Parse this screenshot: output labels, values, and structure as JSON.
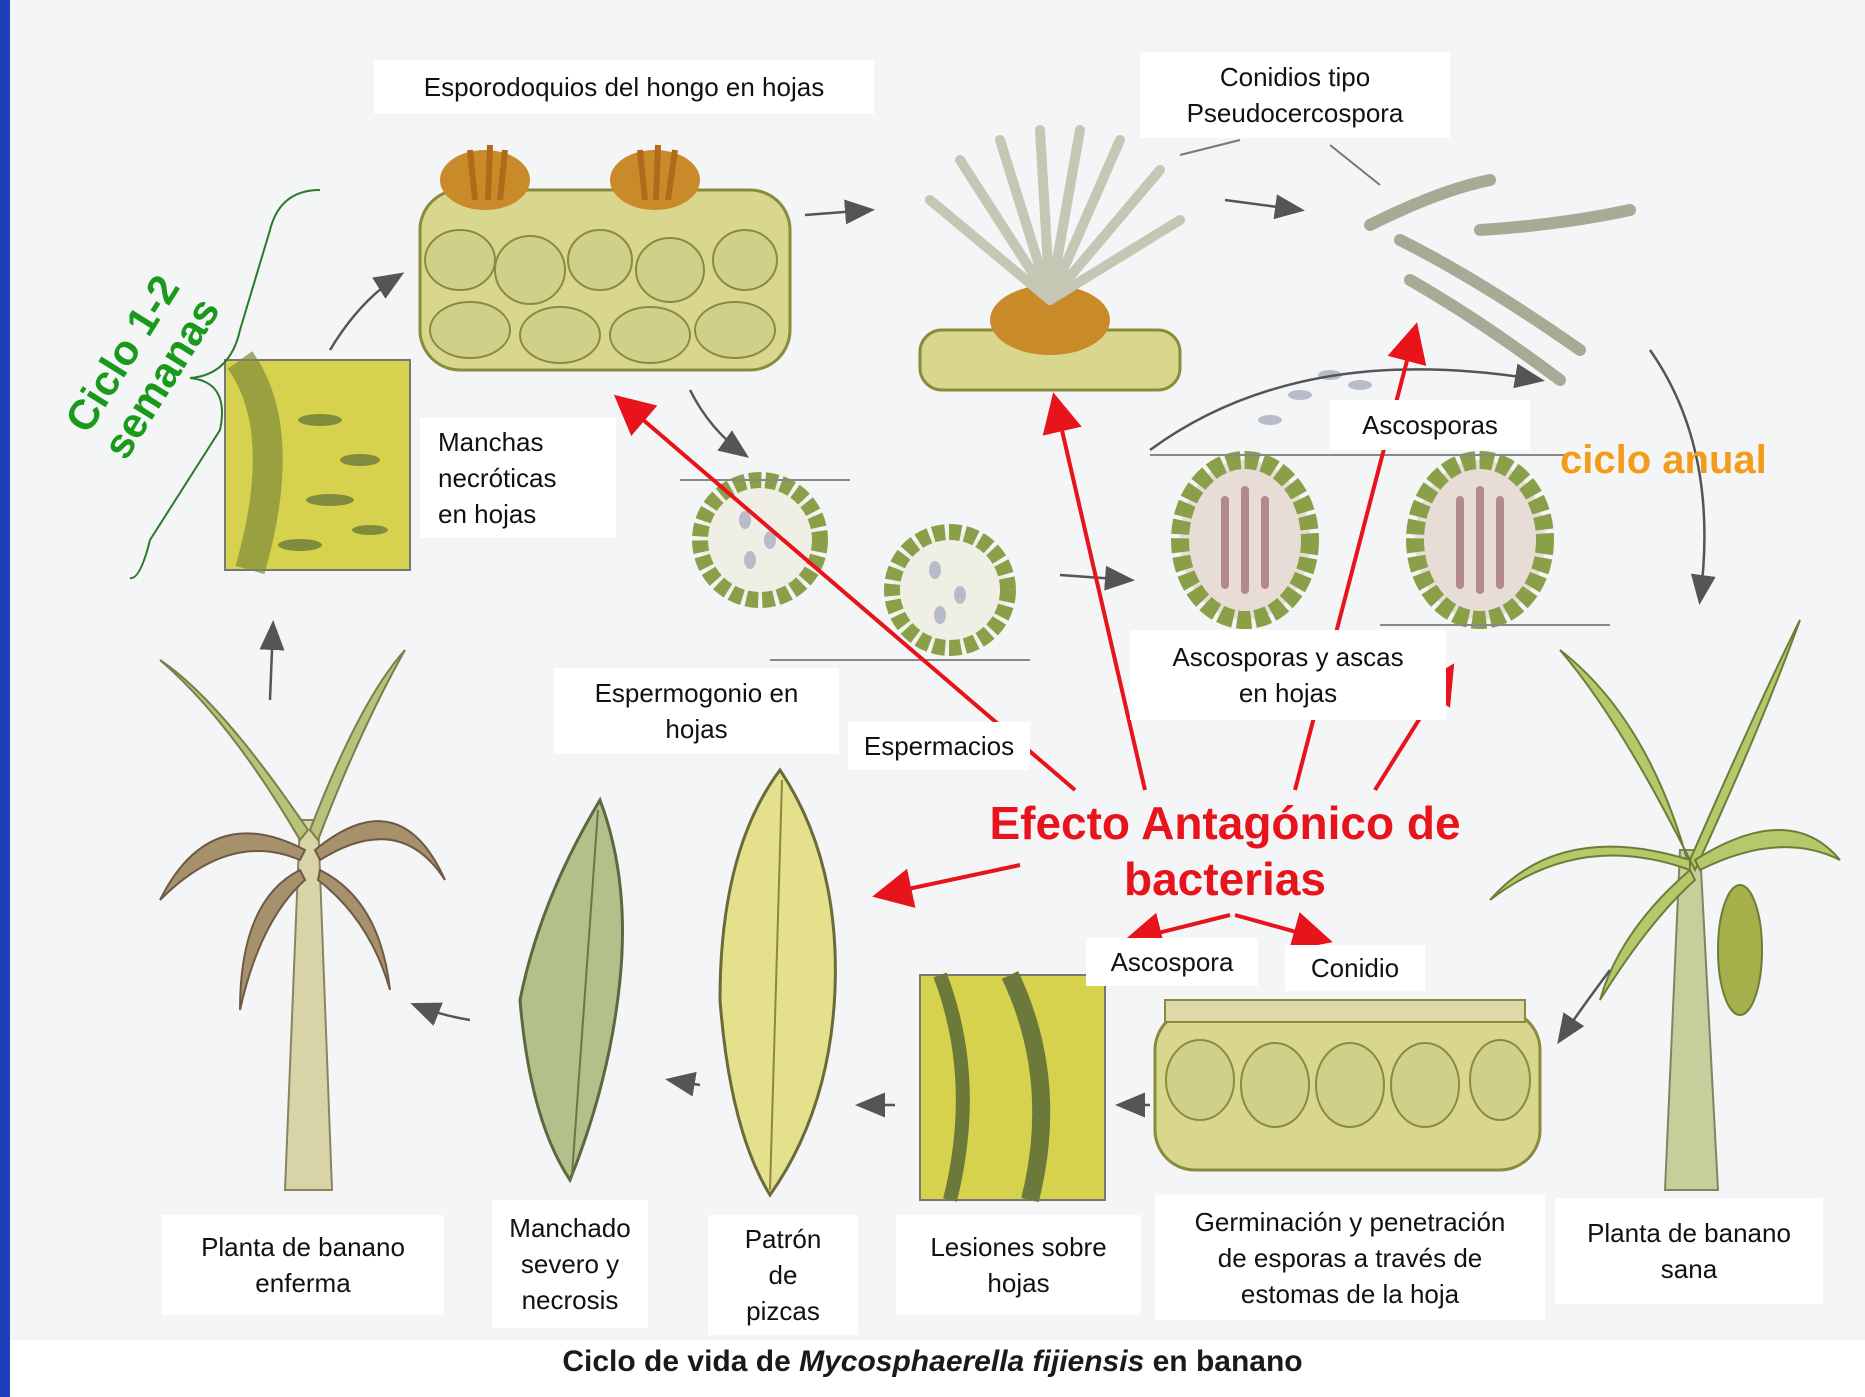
{
  "labels": {
    "esporodoquios": "Esporodoquios del hongo en hojas",
    "conidios_line1": "Conidios tipo",
    "conidios_line2": "Pseudocercospora",
    "manchas_line1": "Manchas",
    "manchas_line2": "necróticas",
    "manchas_line3": "en hojas",
    "ascosporas": "Ascosporas",
    "ascosporas_ascas_line1": "Ascosporas y ascas",
    "ascosporas_ascas_line2": "en hojas",
    "espermogonio_line1": "Espermogonio en",
    "espermogonio_line2": "hojas",
    "espermacios": "Espermacios",
    "ascospora": "Ascospora",
    "conidio": "Conidio",
    "planta_enferma_line1": "Planta de banano",
    "planta_enferma_line2": "enferma",
    "manchado_line1": "Manchado",
    "manchado_line2": "severo y",
    "manchado_line3": "necrosis",
    "patron_line1": "Patrón",
    "patron_line2": "de",
    "patron_line3": "pizcas",
    "lesiones_line1": "Lesiones sobre",
    "lesiones_line2": "hojas",
    "germinacion_line1": "Germinación y penetración",
    "germinacion_line2": "de esporas a través de",
    "germinacion_line3": "estomas de la hoja",
    "planta_sana_line1": "Planta de banano",
    "planta_sana_line2": "sana"
  },
  "callouts": {
    "ciclo_corto_line1": "Ciclo 1-2",
    "ciclo_corto_line2": "semanas",
    "ciclo_anual": "ciclo anual",
    "efecto_line1": "Efecto Antagónico de",
    "efecto_line2": "bacterias"
  },
  "caption": {
    "prefix": "Ciclo de vida de ",
    "species": "Mycosphaerella fijiensis",
    "suffix": " en banano"
  },
  "colors": {
    "border": "#1f3fb8",
    "green_callout": "#1a9a1a",
    "orange_callout": "#f39c1a",
    "red_callout": "#e8141c",
    "cell_fill": "#d9d78e",
    "cell_stroke": "#8a8c3c",
    "leaf_green": "#a9b86a",
    "spore_pink": "#c9a4a6"
  }
}
